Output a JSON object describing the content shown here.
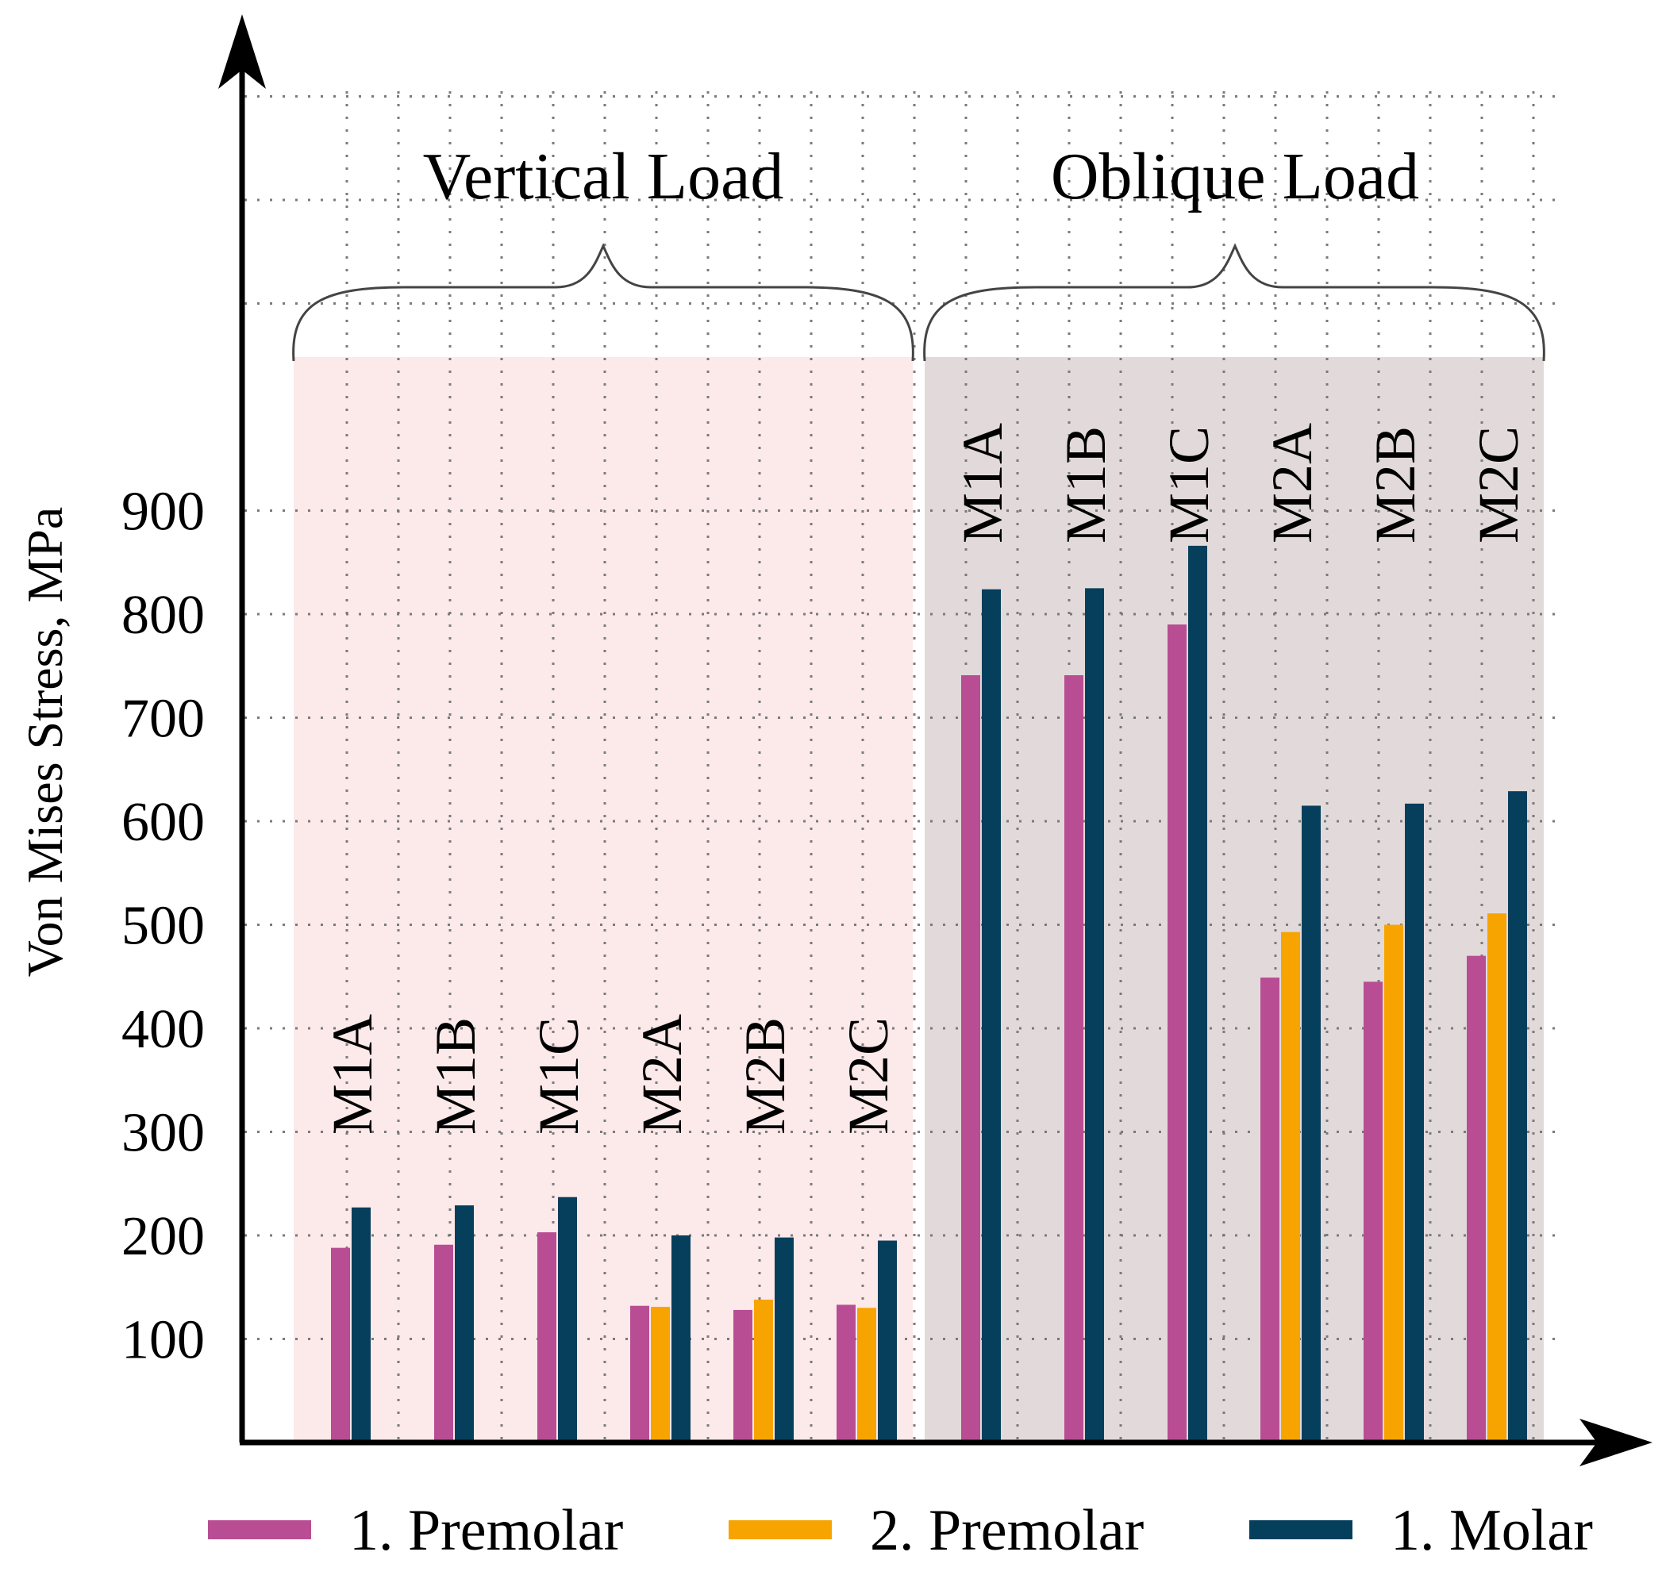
{
  "chart_data": {
    "type": "bar",
    "ylabel": "Von Mises Stress, MPa",
    "xlabel": "",
    "y_ticks": [
      100,
      200,
      300,
      400,
      500,
      600,
      700,
      800,
      900
    ],
    "ylim": [
      0,
      1300
    ],
    "grid": true,
    "legend_position": "bottom",
    "groups": [
      {
        "label": "Vertical Load",
        "background": "#fce9e9",
        "categories": [
          "M1A",
          "M1B",
          "M1C",
          "M2A",
          "M2B",
          "M2C"
        ],
        "series_values": {
          "1. Premolar": [
            188,
            191,
            203,
            132,
            128,
            133
          ],
          "2. Premolar": [
            null,
            null,
            null,
            131,
            138,
            130
          ],
          "1. Molar": [
            227,
            229,
            237,
            200,
            198,
            195
          ]
        }
      },
      {
        "label": "Oblique Load",
        "background": "#e2dada",
        "categories": [
          "M1A",
          "M1B",
          "M1C",
          "M2A",
          "M2B",
          "M2C"
        ],
        "series_values": {
          "1. Premolar": [
            741,
            741,
            790,
            449,
            445,
            470
          ],
          "2. Premolar": [
            null,
            null,
            null,
            493,
            500,
            511
          ],
          "1. Molar": [
            824,
            825,
            866,
            615,
            617,
            629
          ]
        }
      }
    ],
    "series": [
      {
        "name": "1. Premolar",
        "color": "#b94d93"
      },
      {
        "name": "2. Premolar",
        "color": "#f7a400"
      },
      {
        "name": "1. Molar",
        "color": "#063f5c"
      }
    ]
  }
}
